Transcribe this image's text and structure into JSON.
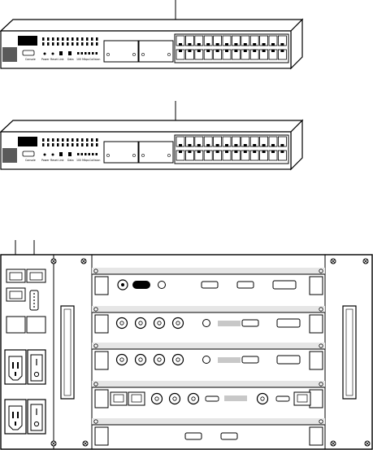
{
  "colors": {
    "line": "#000000",
    "panel_fill": "#ffffff",
    "module_band": "#e6e6e6",
    "dark_block": "#000000",
    "logo_block": "#5a5a5a"
  },
  "switches": [
    {
      "front_labels": [
        "Console",
        "Power",
        "Reset",
        "Link",
        "Data",
        "100 Mbps",
        "Collision"
      ]
    },
    {
      "front_labels": [
        "Console",
        "Power",
        "Reset",
        "Link",
        "Data",
        "100 Mbps",
        "Collision"
      ]
    }
  ],
  "chassis": {
    "module_count": 5
  }
}
